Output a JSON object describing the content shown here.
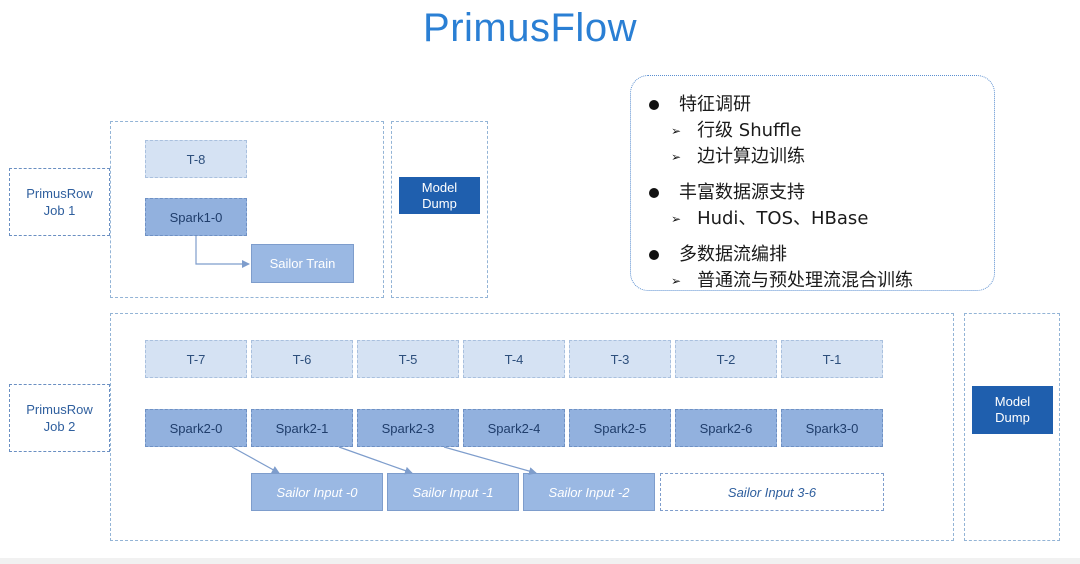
{
  "title": "PrimusFlow",
  "features": [
    {
      "label": "特征调研",
      "subs": [
        "行级 Shuffle",
        "边计算边训练"
      ]
    },
    {
      "label": "丰富数据源支持",
      "subs": [
        "Hudi、TOS、HBase"
      ]
    },
    {
      "label": "多数据流编排",
      "subs": [
        "普通流与预处理流混合训练"
      ]
    }
  ],
  "job1": {
    "label_line1": "PrimusRow",
    "label_line2": "Job 1",
    "t_box": "T-8",
    "spark_box": "Spark1-0",
    "sailor_box": "Sailor Train",
    "model_line1": "Model",
    "model_line2": "Dump"
  },
  "job2": {
    "label_line1": "PrimusRow",
    "label_line2": "Job 2",
    "t_boxes": [
      "T-7",
      "T-6",
      "T-5",
      "T-4",
      "T-3",
      "T-2",
      "T-1"
    ],
    "spark_boxes": [
      "Spark2-0",
      "Spark2-1",
      "Spark2-3",
      "Spark2-4",
      "Spark2-5",
      "Spark2-6",
      "Spark3-0"
    ],
    "sailor_inputs": [
      "Sailor Input -0",
      "Sailor Input -1",
      "Sailor Input -2"
    ],
    "sailor_rest": "Sailor Input 3-6",
    "model_line1": "Model",
    "model_line2": "Dump"
  },
  "colors": {
    "title": "#2a7fd4",
    "model_dump": "#1f5fae",
    "spark": "#92b1de",
    "t_box": "#d5e2f3",
    "arrow": "#7e9dcc"
  }
}
